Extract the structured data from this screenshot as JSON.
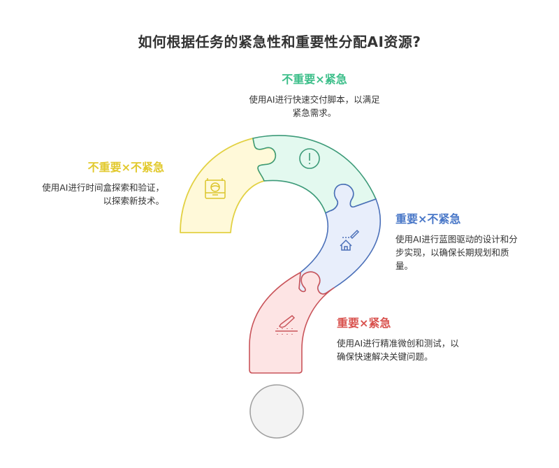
{
  "title": "如何根据任务的紧急性和重要性分配AI资源?",
  "quadrants": {
    "not_important_urgent": {
      "heading": "不重要×紧急",
      "desc_lines": [
        "使用AI进行快速交付脚本，以满足",
        "紧急需求。"
      ],
      "icon": "exclamation-circle-icon",
      "color": "#3dbf8a",
      "fill": "#e3f9ef"
    },
    "not_important_not_urgent": {
      "heading": "不重要×不紧急",
      "desc_lines": [
        "使用AI进行时间盒探索和验证，",
        "以探索新技术。"
      ],
      "icon": "globe-suitcase-icon",
      "color": "#e2c92d",
      "fill": "#fff9d9"
    },
    "important_not_urgent": {
      "heading": "重要×不紧急",
      "desc_lines": [
        "使用AI进行蓝图驱动的设计和分",
        "步实现，以确保长期规划和质",
        "量。"
      ],
      "icon": "house-blueprint-icon",
      "color": "#4a78c8",
      "fill": "#e8eefb"
    },
    "important_urgent": {
      "heading": "重要×紧急",
      "desc_lines": [
        "使用AI进行精准微创和测试，以",
        "确保快速解决关键问题。"
      ],
      "icon": "scalpel-icon",
      "color": "#d9534f",
      "fill": "#fde4e4"
    }
  },
  "dot": {
    "fill": "#f3f3f3",
    "stroke": "#9a9a9a"
  }
}
